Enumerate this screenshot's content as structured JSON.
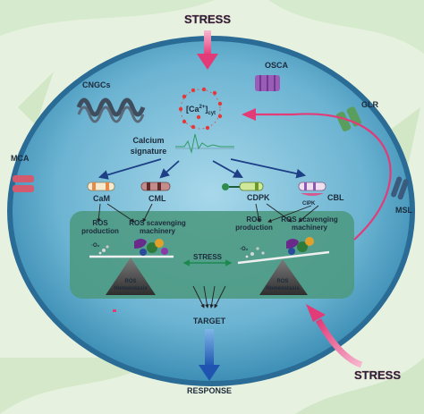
{
  "labels": {
    "stress_top": "STRESS",
    "stress_bottom": "STRESS",
    "stress_center": "STRESS",
    "osca": "OSCA",
    "cngcs": "CNGCs",
    "glr": "GLR",
    "mca": "MCA",
    "msl": "MSL",
    "ca_main": "[Ca",
    "ca_sup": "2+",
    "ca_close": "]",
    "ca_sub": "cyt",
    "calcium_line1": "Calcium",
    "calcium_line2": "signature",
    "cam": "CaM",
    "cml": "CML",
    "cdpk": "CDPK",
    "cbl": "CBL",
    "cipk": "CIPK",
    "ros_prod_l1": "ROS",
    "ros_prod_l2": "production",
    "ros_scav_l1": "ROS scavenging",
    "ros_scav_l2": "machinery",
    "ros_homeo_l1": "ROS",
    "ros_homeo_l2": "Homeostasis",
    "o2": "·O₂",
    "target": "TARGET",
    "response": "RESPONSE"
  },
  "colors": {
    "background": "#e9f4e3",
    "cell_fill": "#5aa6c6",
    "cell_inner": "#86c4dc",
    "cell_border": "#1f5d84",
    "ros_box": "#4e9a83",
    "stress_pink": "#e23b78",
    "arrow_navy": "#1d3f86",
    "arrow_blue": "#1f6dc0",
    "arrow_green": "#1c8a4e",
    "calcium_dot": "#e23a3a",
    "channel_purple": "#9a5cb8",
    "channel_gray": "#3e4e5e",
    "channel_green": "#5a9e5e",
    "channel_pink": "#d45a6e"
  }
}
